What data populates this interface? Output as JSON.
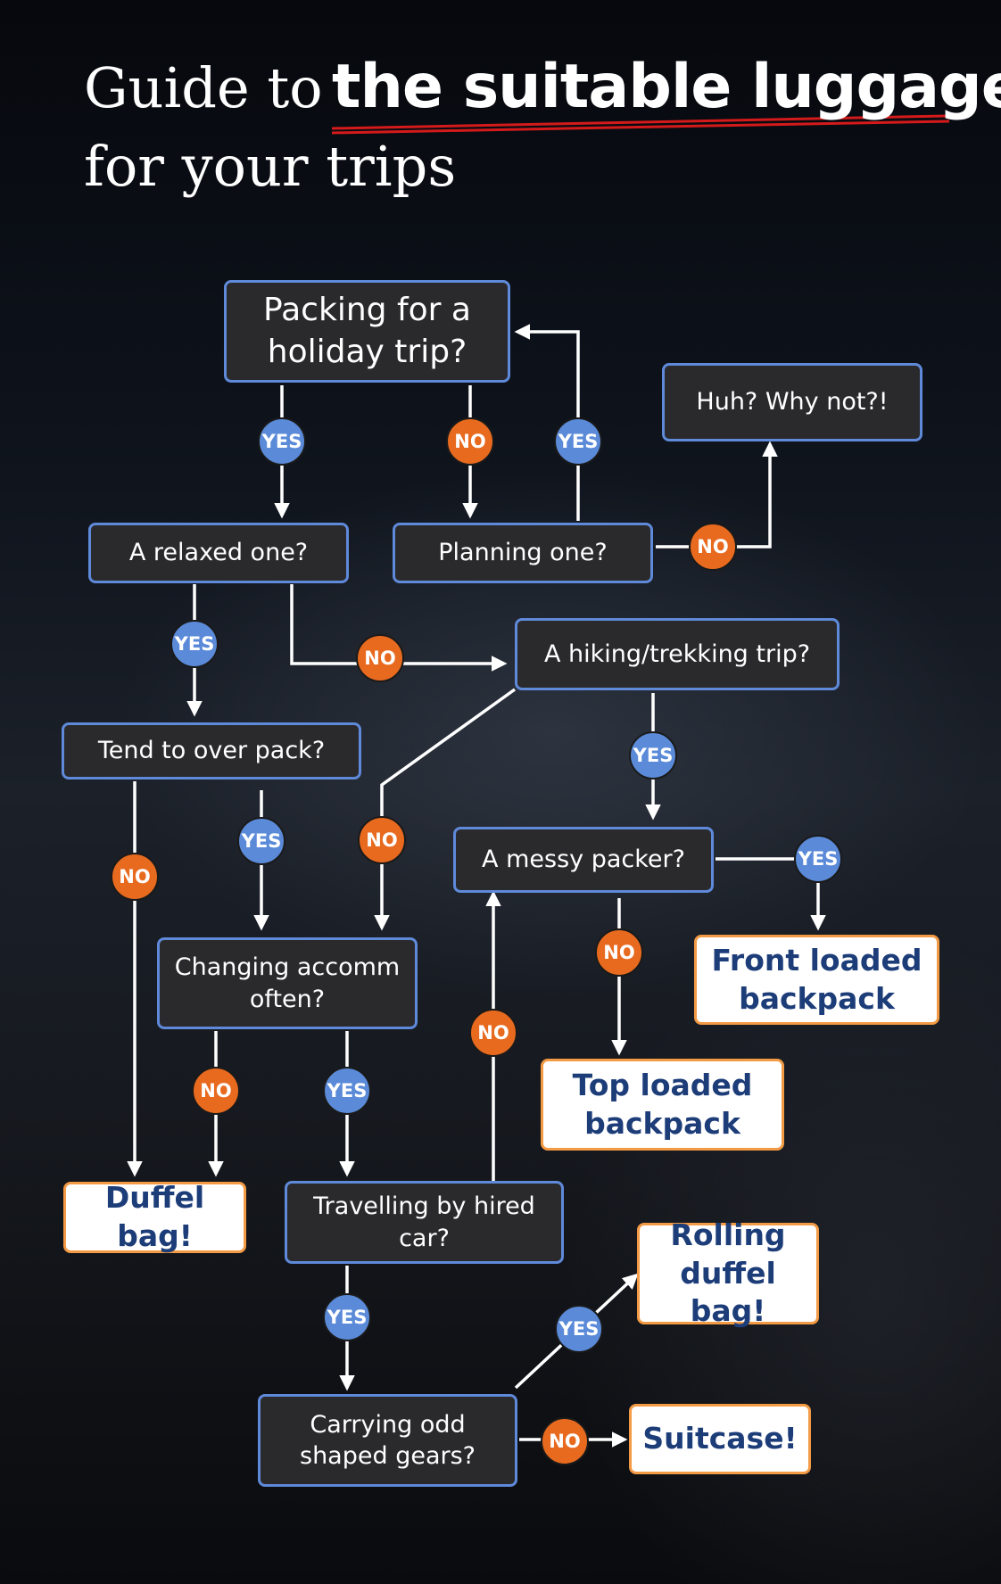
{
  "title": {
    "line1": "Guide to",
    "line2": "the suitable luggage",
    "line3": "for your trips"
  },
  "colors": {
    "question_border": "#5f89d9",
    "question_fill": "#2a2a2c",
    "result_border": "#f39a44",
    "result_text": "#1d3d79",
    "yes_badge": "#5a8ad8",
    "no_badge": "#e86a1f",
    "title_underline": "#d41a1a",
    "connector": "#ffffff"
  },
  "nodes": {
    "holiday": "Packing for a holiday trip?",
    "huh": "Huh? Why not?!",
    "relaxed": "A relaxed one?",
    "planning": "Planning one?",
    "hiking": "A hiking/trekking trip?",
    "overpack": "Tend to over pack?",
    "messy": "A messy packer?",
    "changing": "Changing accomm often?",
    "front_backpack": "Front loaded backpack",
    "top_backpack": "Top loaded backpack",
    "duffel": "Duffel bag!",
    "hired_car": "Travelling by hired car?",
    "rolling": "Rolling duffel bag!",
    "odd_gears": "Carrying odd shaped gears?",
    "suitcase": "Suitcase!"
  },
  "answers": {
    "yes": "YES",
    "no": "NO"
  }
}
